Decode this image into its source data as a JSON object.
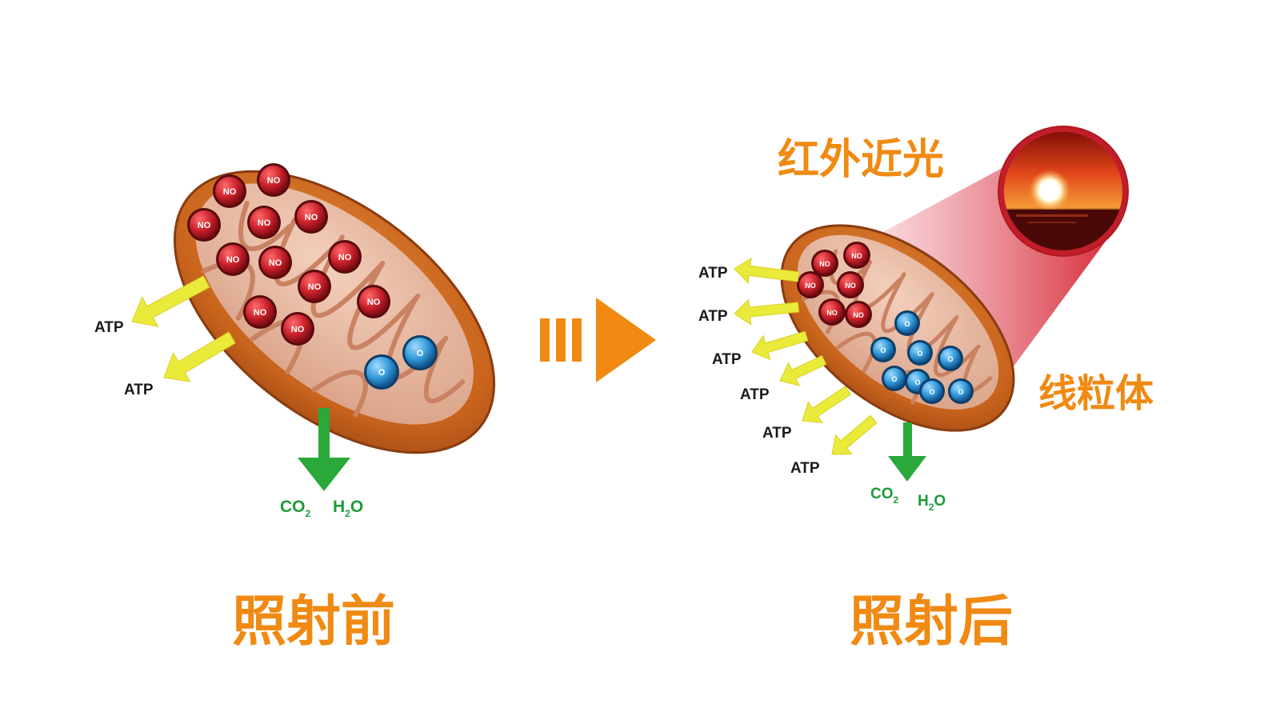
{
  "captions": {
    "before": "照射前",
    "after": "照射后"
  },
  "labels": {
    "light": "红外近光",
    "organelle": "线粒体",
    "atp": "ATP",
    "co2_main": "CO",
    "co2_sub": "2",
    "h2o_h": "H",
    "h2o_sub": "2",
    "h2o_o": "O",
    "no": "NO",
    "o2": "O"
  },
  "before": {
    "atp_arrows": 2,
    "no_molecules": 12,
    "o2_molecules": 2
  },
  "after": {
    "atp_arrows": 6,
    "no_molecules": 6,
    "o2_molecules": 8
  },
  "colors": {
    "orange": "#f08a12",
    "membrane": "#c9641d",
    "inner": "#e6b49a",
    "cristae": "#d99a7d",
    "no_red": "#c8202a",
    "o2_blue": "#2f96d6",
    "atp_arrow": "#eaea3a",
    "waste_green": "#2aa83a",
    "beam": "#d4202e"
  }
}
